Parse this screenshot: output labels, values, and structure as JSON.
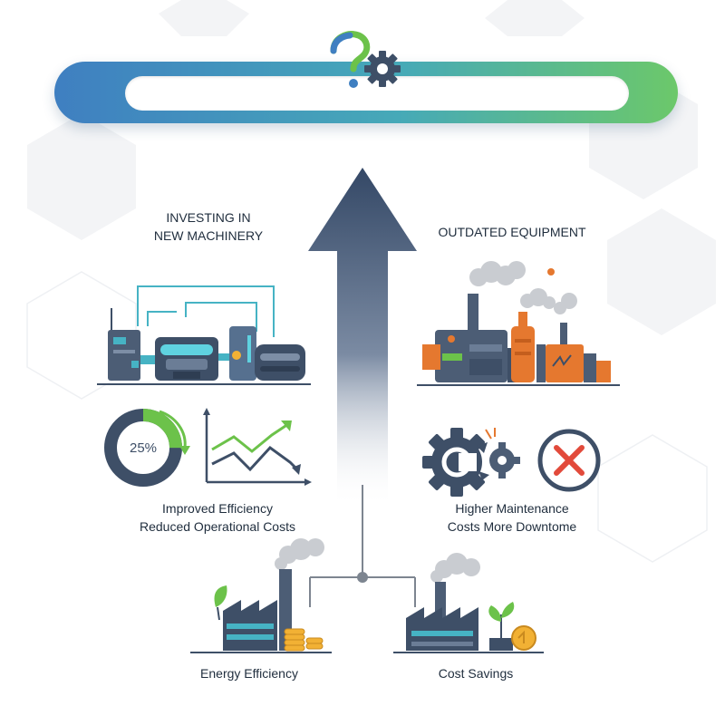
{
  "header": {
    "input_value": "",
    "question_icon": "question-gear-icon"
  },
  "left": {
    "title_line1": "INVESTING IN",
    "title_line2": "NEW MACHINERY",
    "donut_percent": 0.25,
    "donut_label": "25%",
    "caption_line1": "Improved Efficiency",
    "caption_line2": "Reduced Operational Costs"
  },
  "right": {
    "title": "OUTDATED EQUIPMENT",
    "caption_line1": "Higher Maintenance",
    "caption_line2": "Costs More Downtome"
  },
  "bottom": {
    "left_label": "Energy Efficiency",
    "right_label": "Cost Savings"
  },
  "colors": {
    "navy": "#3e4f67",
    "teal": "#46b3c4",
    "green": "#6cc24a",
    "orange": "#e5782f",
    "red": "#e24a3b",
    "gold": "#f2b134",
    "gray": "#7d8590"
  }
}
